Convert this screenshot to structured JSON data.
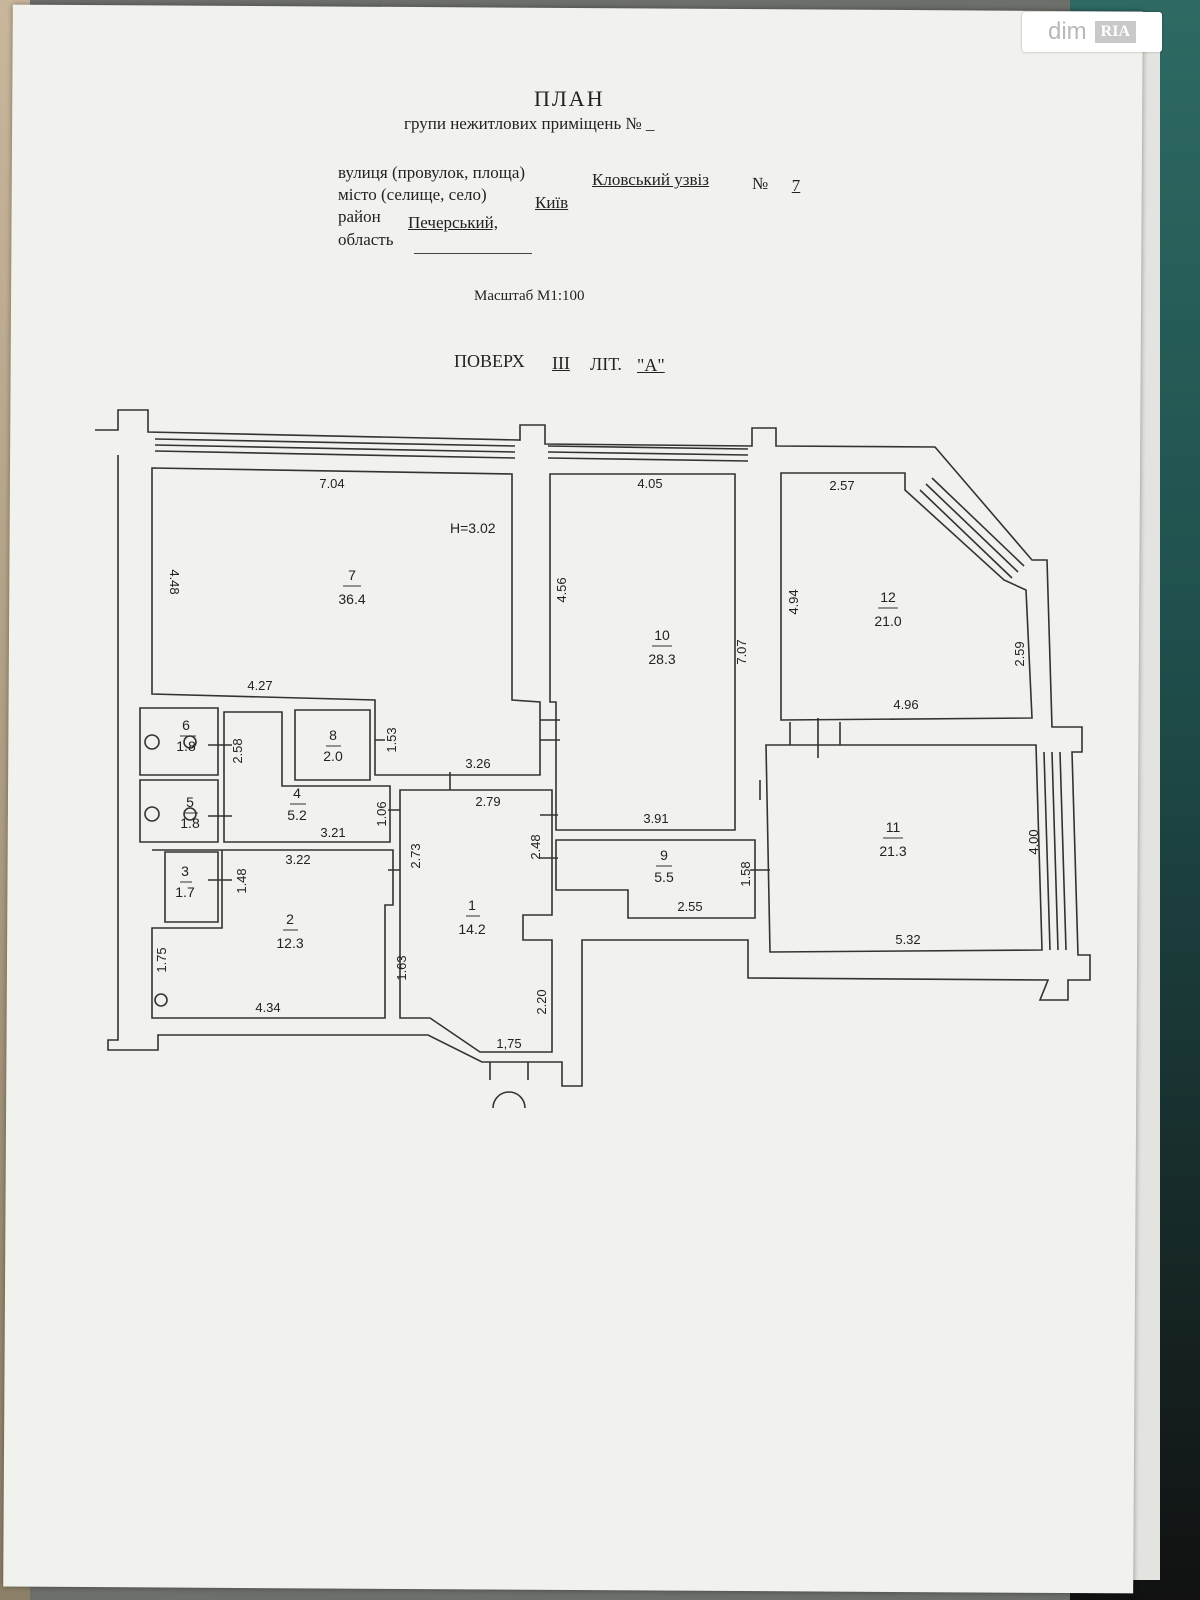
{
  "header": {
    "title": "ПЛАН",
    "subtitle": "групи нежитлових приміщень № _",
    "street_label": "вулиця (провулок, площа)",
    "street_value": "Кловський узвіз",
    "number_label": "№",
    "number_value": "7",
    "city_label": "місто (селище, село)",
    "city_value": "Київ",
    "district_label": "район",
    "district_value": "Печерський,",
    "region_label": "область",
    "scale": "Масштаб М1:100",
    "floor_prefix": "ПОВЕРХ",
    "floor_value": "III",
    "lit_label": "ЛІТ.",
    "lit_value": "\"А\""
  },
  "logo": {
    "text_dim": "dim",
    "text_ria": "RIA"
  },
  "plan": {
    "height": "H=3.02",
    "rooms": [
      {
        "n": "7",
        "area": "36.4"
      },
      {
        "n": "10",
        "area": "28.3"
      },
      {
        "n": "12",
        "area": "21.0"
      },
      {
        "n": "11",
        "area": "21.3"
      },
      {
        "n": "6",
        "area": "1.8"
      },
      {
        "n": "5",
        "area": "1.8"
      },
      {
        "n": "4",
        "area": "5.2"
      },
      {
        "n": "8",
        "area": "2.0"
      },
      {
        "n": "3",
        "area": "1.7"
      },
      {
        "n": "2",
        "area": "12.3"
      },
      {
        "n": "1",
        "area": "14.2"
      },
      {
        "n": "9",
        "area": "5.5"
      }
    ],
    "dims": [
      "7.04",
      "4.05",
      "2.57",
      "4.48",
      "4.56",
      "7.07",
      "4.94",
      "2.59",
      "4.27",
      "4.96",
      "1.53",
      "3.26",
      "2.58",
      "2.79",
      "1.06",
      "3.21",
      "3.91",
      "2.48",
      "4.00",
      "3.22",
      "2.73",
      "1.48",
      "1.58",
      "2.55",
      "1.75",
      "1.63",
      "4.34",
      "2.20",
      "5.32",
      "1,75"
    ]
  }
}
